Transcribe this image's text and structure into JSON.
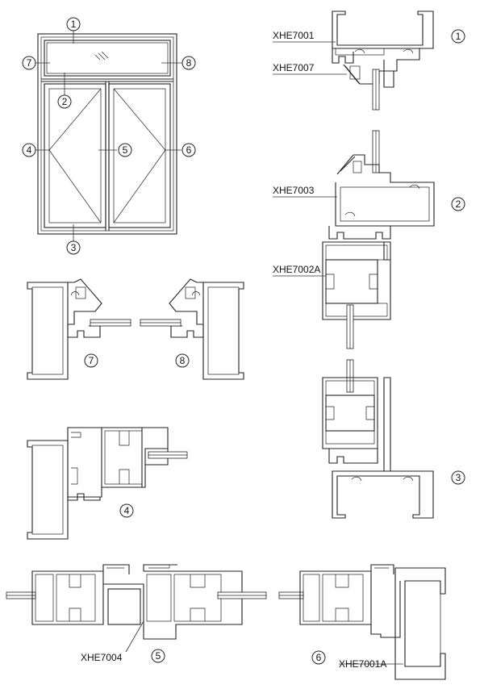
{
  "elevation_callouts": [
    "1",
    "7",
    "8",
    "2",
    "4",
    "5",
    "6",
    "3"
  ],
  "section_numbers": {
    "s1": "1",
    "s2": "2",
    "s3": "3",
    "s7": "7",
    "s8": "8",
    "s4": "4",
    "s5": "5",
    "s6": "6"
  },
  "part_labels": {
    "xhe7001": "XHE7001",
    "xhe7007": "XHE7007",
    "xhe7003": "XHE7003",
    "xhe7002a": "XHE7002A",
    "xhe7004": "XHE7004",
    "xhe7001a": "XHE7001A"
  }
}
